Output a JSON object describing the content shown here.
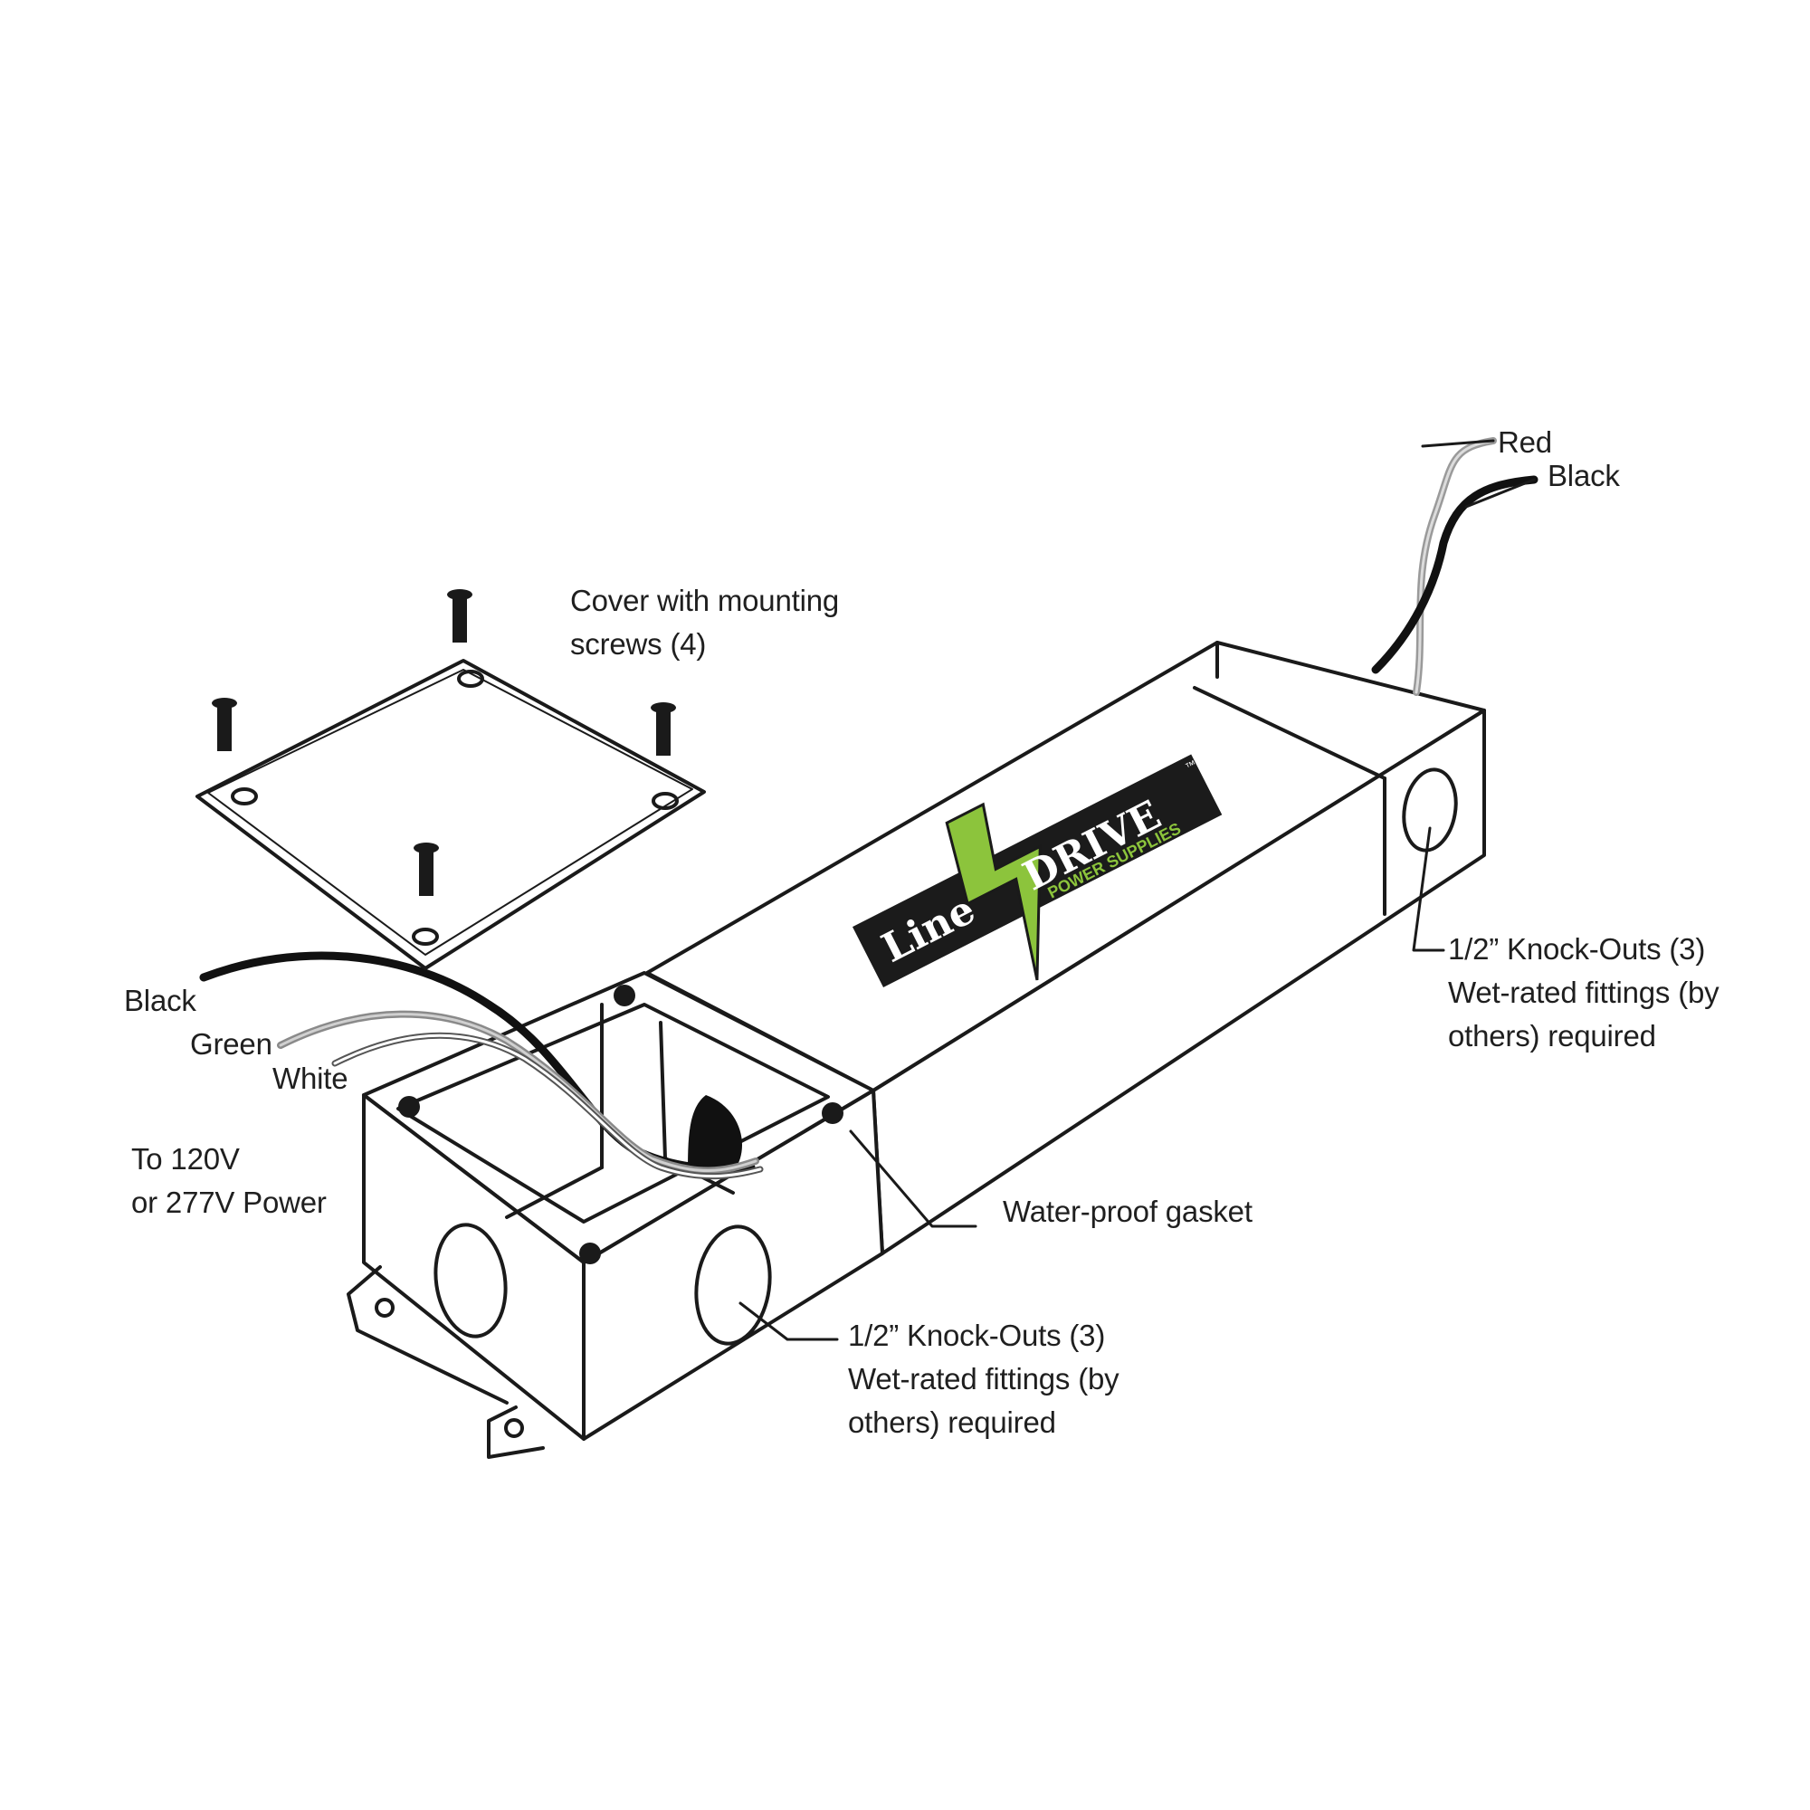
{
  "labels": {
    "cover": [
      "Cover with mounting",
      "screws (4)"
    ],
    "input_black": "Black",
    "input_green": "Green",
    "input_white": "White",
    "power": [
      "To 120V",
      "or 277V Power"
    ],
    "output_red": "Red",
    "output_black": "Black",
    "knockouts_right": [
      "1/2” Knock-Outs (3)",
      "Wet-rated fittings (by",
      "others) required"
    ],
    "knockouts_front": [
      "1/2” Knock-Outs (3)",
      "Wet-rated fittings (by",
      "others) required"
    ],
    "gasket": "Water-proof gasket"
  },
  "logo": {
    "brand_prefix": "Line",
    "brand_main": "DRIVE",
    "tagline": "POWER SUPPLIES",
    "trademark": "™"
  },
  "colors": {
    "outline": "#1a1a1a",
    "logo_background": "#1b1b1b",
    "logo_bolt": "#8cc43c",
    "logo_text": "#ffffff",
    "wire_black": "#111111",
    "wire_green": "#9a9a9a",
    "wire_white": "#d9d9d9",
    "wire_red": "#b5b5b5"
  },
  "icons": [
    "screw-icon",
    "lightning-bolt-icon"
  ]
}
